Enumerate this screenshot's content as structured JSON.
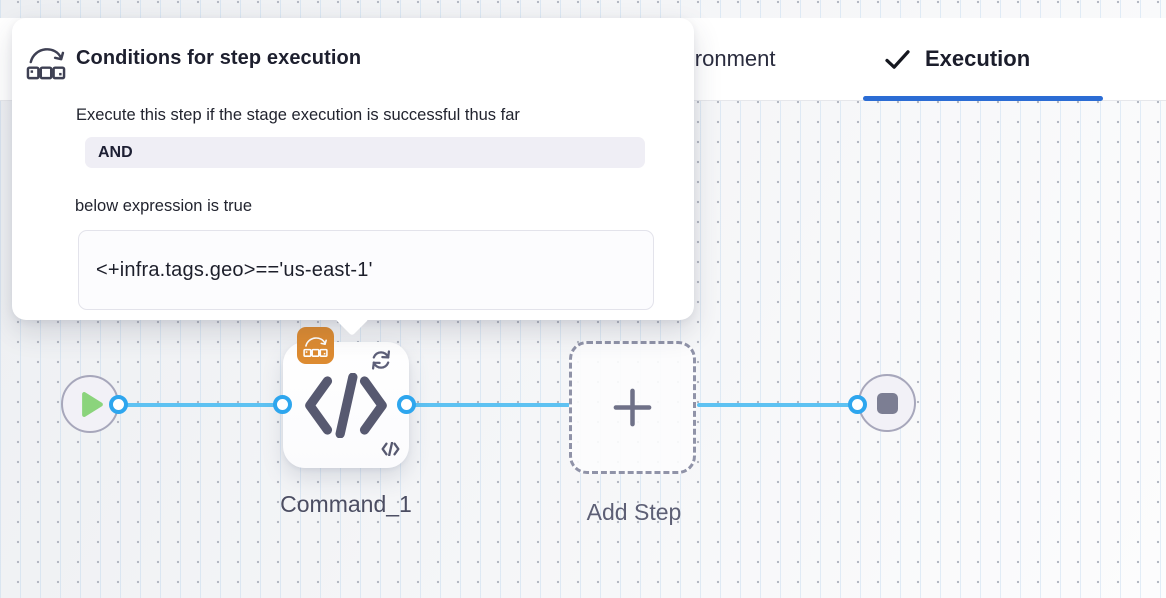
{
  "popover": {
    "icon": "conditional-execution-icon",
    "title": "Conditions for step execution",
    "description": "Execute this step if the stage execution is successful thus far",
    "operator": "AND",
    "expression_intro": "below expression is true",
    "expression": "<+infra.tags.geo>=='us-east-1'"
  },
  "tabs": {
    "items": [
      {
        "label": "Environment",
        "active": false
      },
      {
        "label": "Execution",
        "active": true,
        "icon": "check-icon"
      }
    ]
  },
  "pipeline": {
    "start_node": {
      "icon": "play-icon"
    },
    "step_node": {
      "label": "Command_1",
      "icon": "code-icon",
      "badges": [
        {
          "icon": "conditional-execution-icon",
          "color": "#dd8b31"
        },
        {
          "icon": "loop-strategy-icon"
        }
      ]
    },
    "add_step": {
      "label": "Add Step",
      "icon": "plus-icon"
    },
    "end_node": {
      "icon": "stop-icon"
    }
  },
  "colors": {
    "active_tab_underline": "#2b6cd4",
    "connector_line": "#5ec2f2",
    "connector_ring": "#2ea6ee",
    "badge_orange": "#dd8b31",
    "icon_slate": "#575970",
    "play_green": "#8bd47c",
    "chip_background": "#efeef5"
  }
}
